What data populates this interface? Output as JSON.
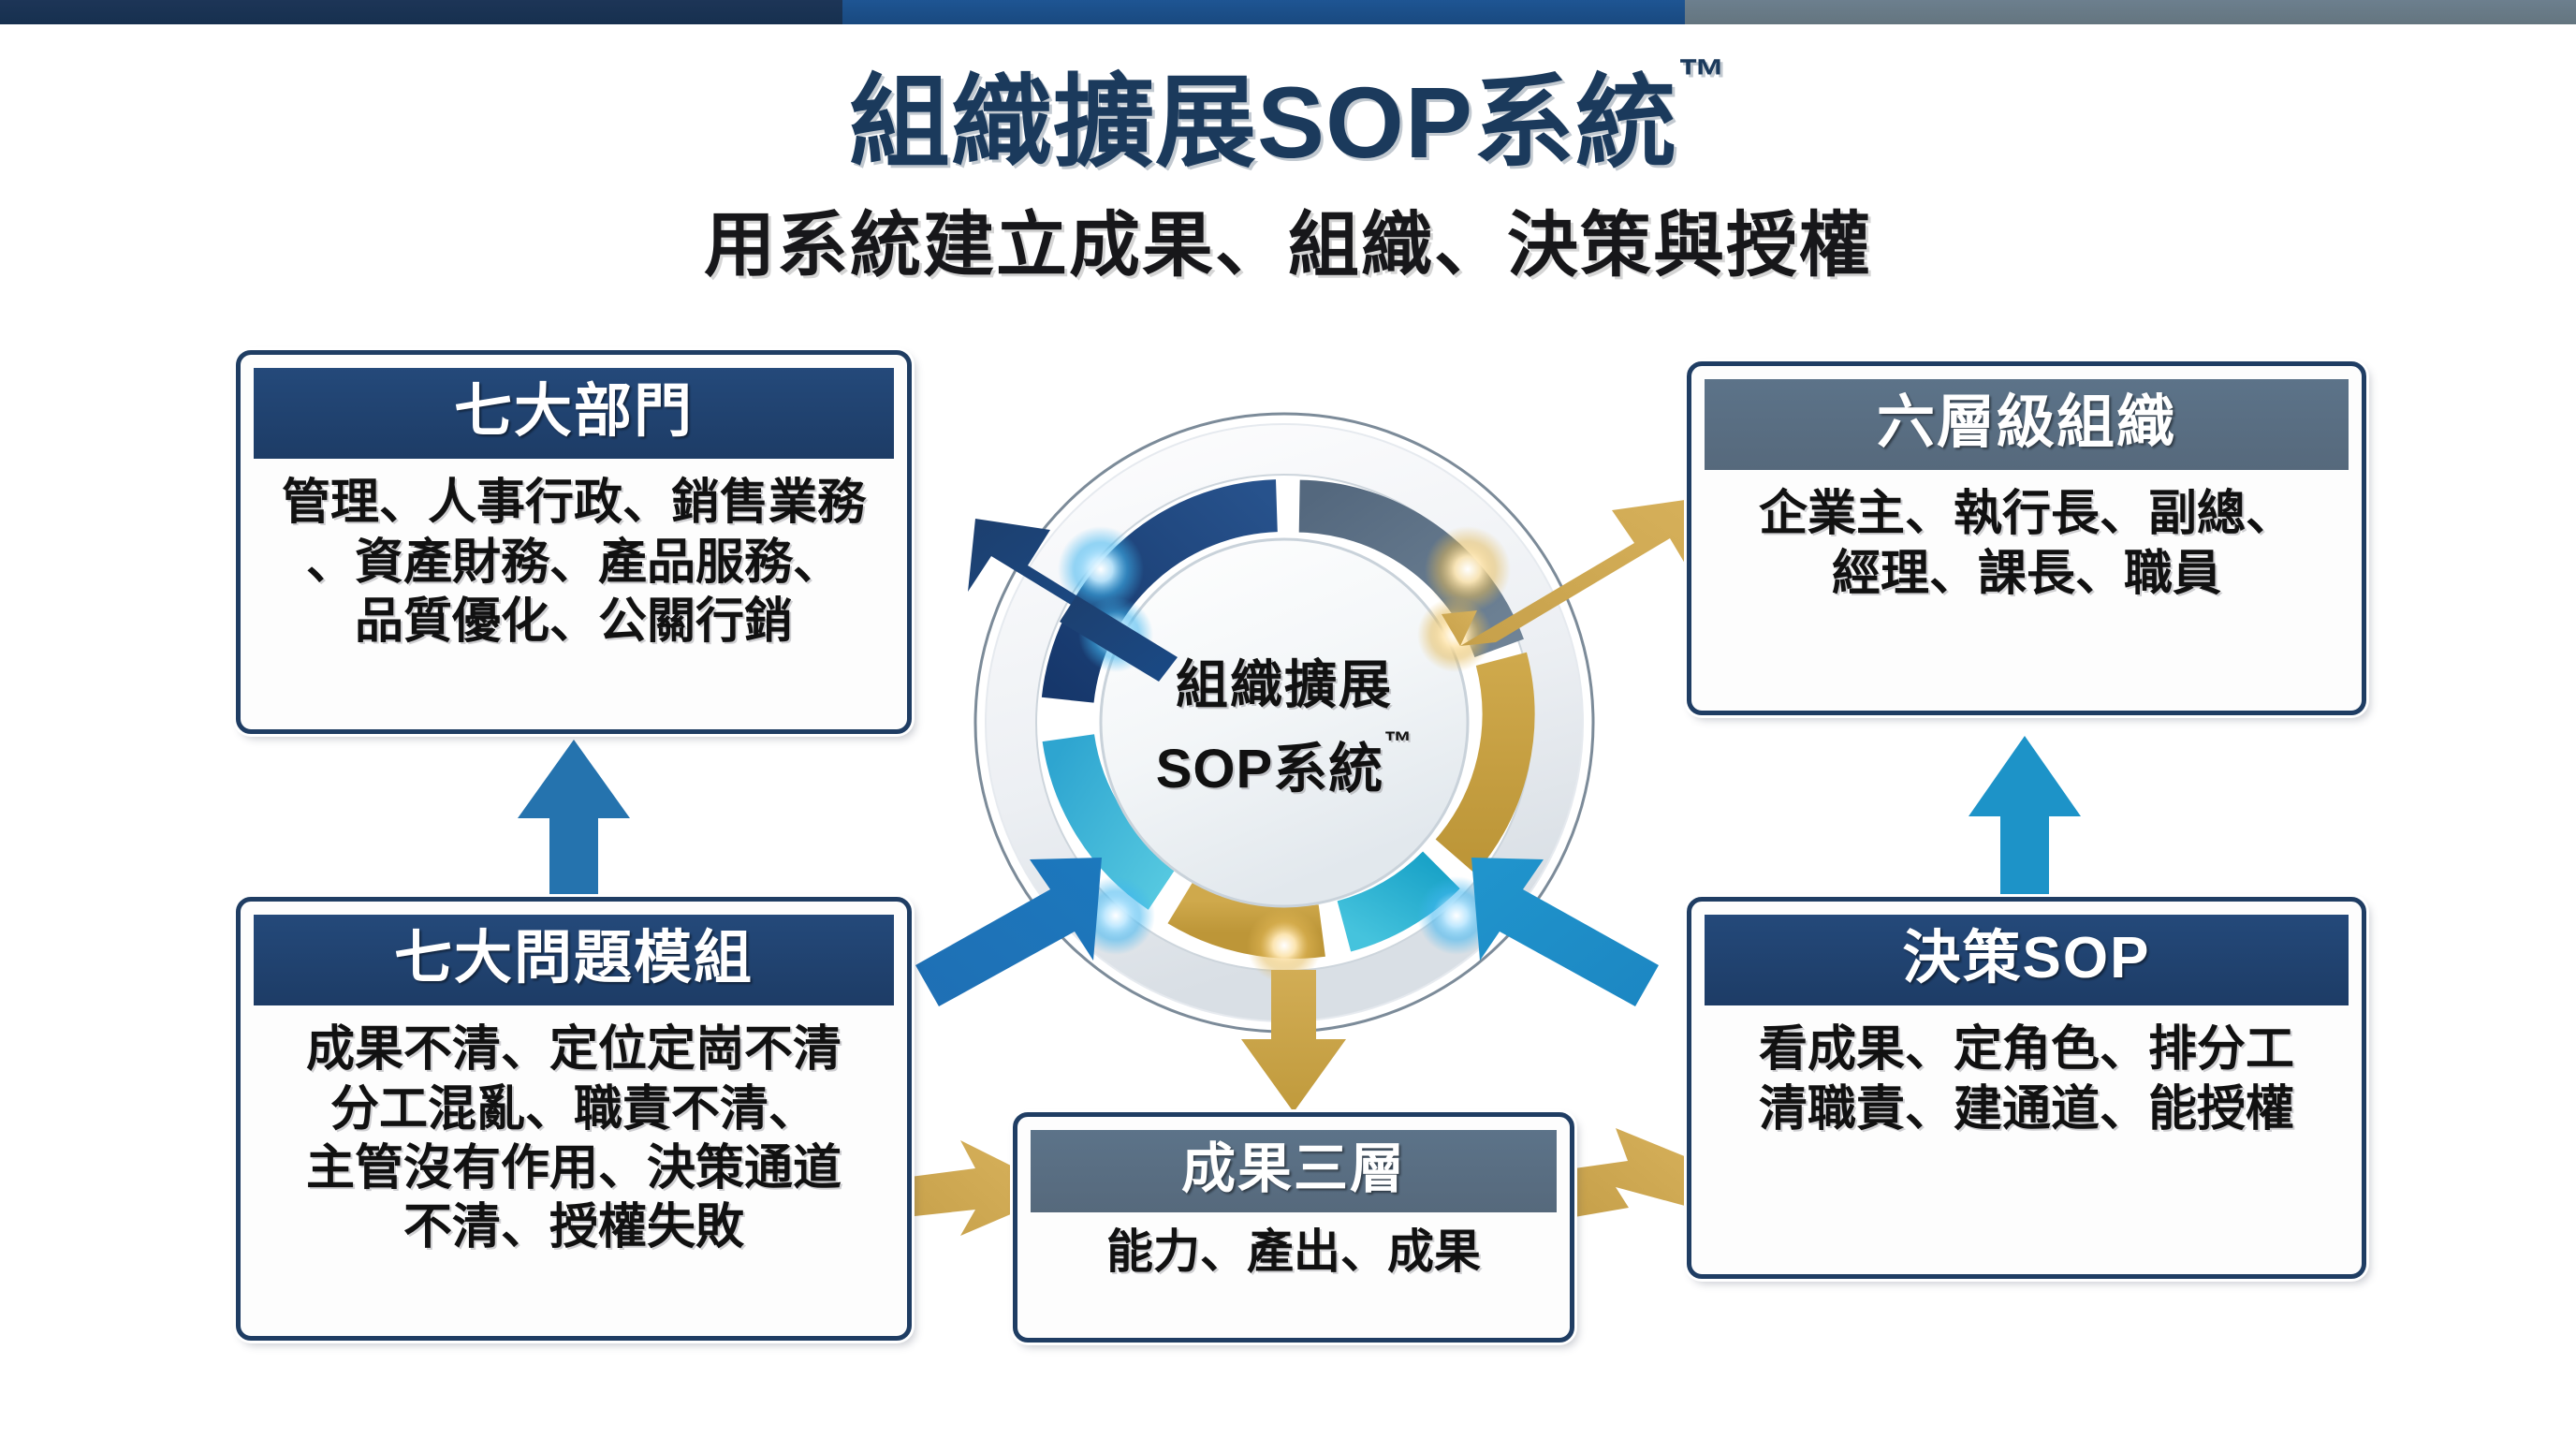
{
  "top_bar": {
    "segments": [
      {
        "name": "navy",
        "color": "#1d3557"
      },
      {
        "name": "blue",
        "color": "#1e5593"
      },
      {
        "name": "slate",
        "color": "#6c7f8e"
      }
    ]
  },
  "header": {
    "title": "組織擴展SOP系統",
    "title_tm": "™",
    "subtitle": "用系統建立成果、組織、決策與授權",
    "title_color": "#1b3a5c",
    "subtitle_color": "#17171a"
  },
  "center": {
    "line1": "組織擴展",
    "line2": "SOP系統",
    "line2_tm": "™",
    "ring_colors": {
      "navy": "#1d4077",
      "slate": "#5f7388",
      "gold": "#c9a243",
      "cyan": "#2ab4d4",
      "light_blue": "#2f9fd0",
      "teal": "#1a9ec4"
    }
  },
  "cards": {
    "departments": {
      "title": "七大部門",
      "header_style": "navy",
      "lines": [
        "管理、人事行政、銷售業務",
        "、資產財務、產品服務、",
        "品質優化、公關行銷"
      ]
    },
    "levels": {
      "title": "六層級組織",
      "header_style": "slate",
      "lines": [
        "企業主、執行長、副總、",
        "經理、課長、職員"
      ]
    },
    "problems": {
      "title": "七大問題模組",
      "header_style": "navy",
      "lines": [
        "成果不清、定位定崗不清",
        "分工混亂、職責不清、",
        "主管沒有作用、決策通道",
        "不清、授權失敗"
      ]
    },
    "decision": {
      "title": "決策SOP",
      "header_style": "navy",
      "lines": [
        "看成果、定角色、排分工",
        "清職責、建通道、能授權"
      ]
    },
    "results": {
      "title": "成果三層",
      "header_style": "slate",
      "lines": [
        "能力、產出、成果"
      ]
    }
  },
  "arrows": [
    {
      "name": "arrow-center-to-departments",
      "color": "#1d4c86",
      "direction": "up-left"
    },
    {
      "name": "arrow-center-to-levels",
      "color": "#c9a243",
      "direction": "up-right"
    },
    {
      "name": "arrow-problems-to-departments",
      "color": "#2573ae",
      "direction": "up"
    },
    {
      "name": "arrow-decision-to-levels",
      "color": "#1d93c8",
      "direction": "up"
    },
    {
      "name": "arrow-problems-to-center",
      "color": "#1f6fb4",
      "direction": "up-right"
    },
    {
      "name": "arrow-decision-to-center",
      "color": "#1f84bd",
      "direction": "up-left"
    },
    {
      "name": "arrow-center-to-results",
      "color": "#c9a243",
      "direction": "down"
    },
    {
      "name": "arrow-results-to-problems",
      "color": "#c9a243",
      "direction": "left"
    },
    {
      "name": "arrow-results-to-decision",
      "color": "#c9a243",
      "direction": "up-right"
    }
  ]
}
